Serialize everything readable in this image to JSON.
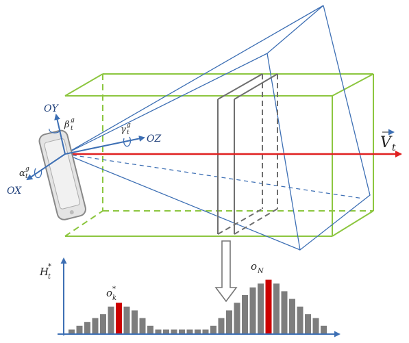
{
  "colors": {
    "frustum": "#3d6fb4",
    "box": "#8cc63f",
    "velocity_arrow": "#e02020",
    "axis": "#3d6fb4",
    "planes": "#6e6e6e",
    "bars": "#7d7d7d",
    "bars_highlight": "#cc0000",
    "histogram_axis": "#3d6fb4"
  },
  "labels": {
    "axis_y": "OY",
    "axis_z": "OZ",
    "axis_x": "OX",
    "beta": "β",
    "beta_sup": "g",
    "beta_sub": "t",
    "gamma": "γ",
    "gamma_sup": "g",
    "gamma_sub": "t",
    "alpha": "α",
    "alpha_sup": "g",
    "alpha_sub": "t",
    "velocity": "V",
    "velocity_sub": "t",
    "hist_axis": "H",
    "hist_axis_sup": "*",
    "hist_axis_sub": "t",
    "peak_k": "o",
    "peak_k_sup": "*",
    "peak_k_sub": "k",
    "peak_n": "o",
    "peak_n_sub": "N"
  },
  "icons": {
    "device": "smartphone-icon",
    "down_arrow": "down-arrow-icon"
  },
  "chart_data": {
    "type": "bar",
    "values": [
      1,
      2,
      3,
      4,
      5,
      7,
      8,
      7,
      6,
      4,
      2,
      1,
      1,
      1,
      1,
      1,
      1,
      1,
      2,
      4,
      6,
      8,
      10,
      12,
      13,
      14,
      13,
      11,
      9,
      7,
      5,
      4,
      2
    ],
    "highlight_indices": [
      6,
      25
    ]
  }
}
